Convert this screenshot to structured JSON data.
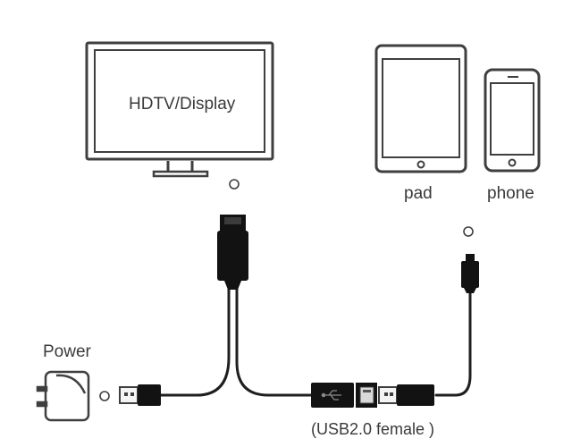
{
  "labels": {
    "tv": "HDTV/Display",
    "pad": "pad",
    "phone": "phone",
    "power": "Power",
    "usb_female": "(USB2.0 female )"
  },
  "colors": {
    "outline": "#3f3f3f",
    "cable": "#1f1f1f",
    "connector_body": "#121212",
    "metal": "#f4f4f4",
    "text": "#3a3a3a"
  },
  "icons": {
    "tv": "tv-monitor-icon",
    "pad": "tablet-icon",
    "phone": "phone-icon",
    "power": "power-adapter-icon"
  }
}
